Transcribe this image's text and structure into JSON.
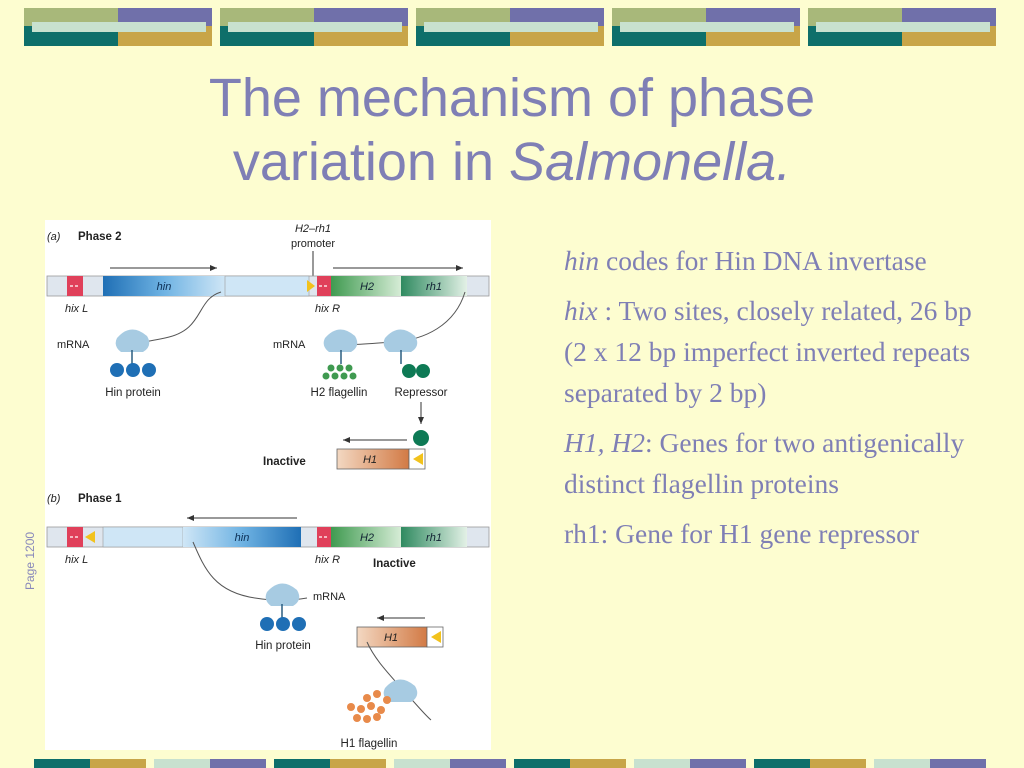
{
  "title": {
    "line1": "The mechanism of phase",
    "line2_prefix": "variation in ",
    "line2_italic": "Salmonella."
  },
  "page_ref": "Page 1200",
  "figure": {
    "panel_a": {
      "letter": "(a)",
      "heading": "Phase 2"
    },
    "panel_b": {
      "letter": "(b)",
      "heading": "Phase 1"
    },
    "promoter_gene": "H2–rh1",
    "promoter_word": "promoter",
    "genes": {
      "hin": "hin",
      "h2": "H2",
      "rh1": "rh1",
      "h1": "H1"
    },
    "sites": {
      "hixL": "hix L",
      "hixR": "hix R"
    },
    "labels": {
      "mrna": "mRNA",
      "hin_protein": "Hin protein",
      "h2_flagellin": "H2 flagellin",
      "repressor": "Repressor",
      "inactive": "Inactive",
      "h1_flagellin": "H1 flagellin"
    }
  },
  "notes": [
    {
      "term": "hin",
      "text": " codes for Hin DNA invertase"
    },
    {
      "term": "hix",
      "text": " : Two sites, closely related, 26 bp (2 x 12 bp imperfect inverted repeats separated by 2 bp)"
    },
    {
      "term": "H1, H2",
      "text": ": Genes for two antigenically distinct flagellin proteins"
    },
    {
      "term": "",
      "text": "rh1: Gene for H1 gene repressor"
    }
  ],
  "colors": {
    "background": "#fdfdd0",
    "title": "#7f7fb5",
    "hin_blue": "#2a7fc0",
    "h2_green": "#4a9a55",
    "h1_orange": "#d88a55",
    "hix_red": "#e0405a",
    "promoter_yellow": "#f2c21c"
  }
}
